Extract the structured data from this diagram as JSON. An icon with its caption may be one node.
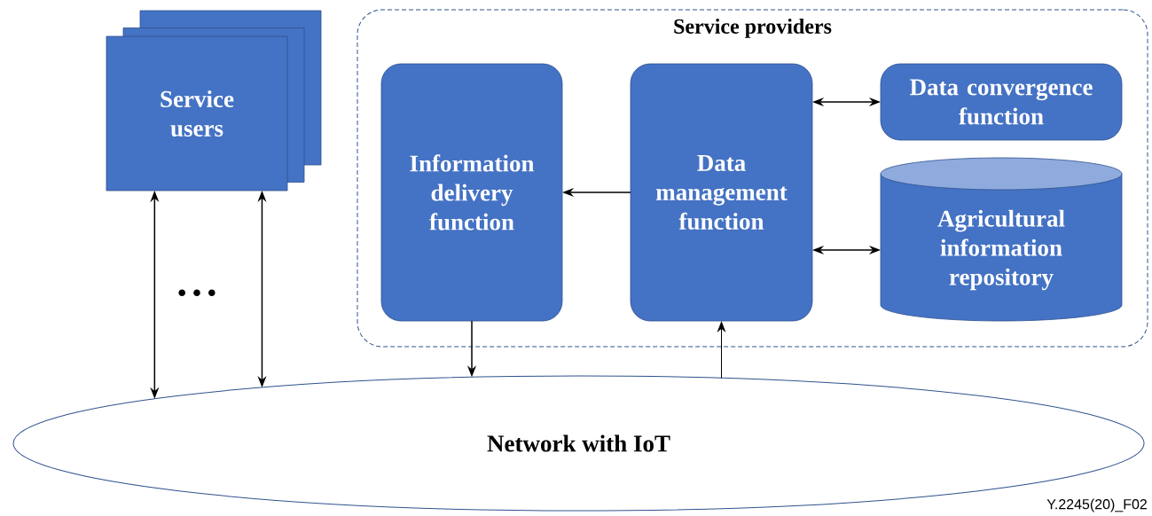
{
  "diagram": {
    "nodes": [
      {
        "text": [
          "Service users"
        ]
      },
      {
        "text": [
          "Service providers"
        ]
      },
      {
        "text": [
          "Information delivery function"
        ],
        "in": 1
      },
      {
        "text": [
          "Data management function"
        ],
        "in": 1
      },
      {
        "text": [
          "Data convergence function"
        ],
        "in": 1
      },
      {
        "text": [
          "Agricultural information repository"
        ],
        "in": 1
      },
      {
        "text": [
          "Network with IoT"
        ]
      }
    ],
    "edges": [
      {
        "from": 0,
        "to": 6,
        "arrow": "both"
      },
      {
        "from": 0,
        "to": 6,
        "arrow": "both"
      },
      {
        "from": 3,
        "to": 2,
        "arrow": "to"
      },
      {
        "from": 3,
        "to": 4,
        "arrow": "both"
      },
      {
        "from": 3,
        "to": 5,
        "arrow": "both"
      },
      {
        "from": 2,
        "to": 6,
        "arrow": "to"
      },
      {
        "from": 6,
        "to": 3,
        "arrow": "to"
      }
    ],
    "labels": [
      "• • •",
      "Y.2245(20)_F02"
    ]
  }
}
